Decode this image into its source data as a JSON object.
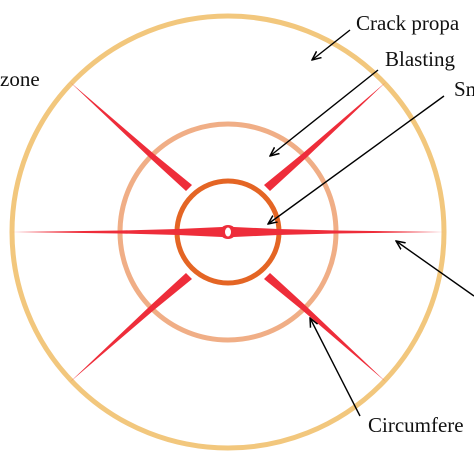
{
  "labels": {
    "crack_propagation": "Crack propa",
    "blasting": "Blasting",
    "smash": "Sm",
    "zone": "zone",
    "circumferential": "Circumfere"
  },
  "colors": {
    "outer_ring": "#F2C77D",
    "middle_ring": "#F0AE86",
    "inner_ring": "#E46524",
    "crack": "#EE2D3A",
    "arrow": "#000000"
  }
}
